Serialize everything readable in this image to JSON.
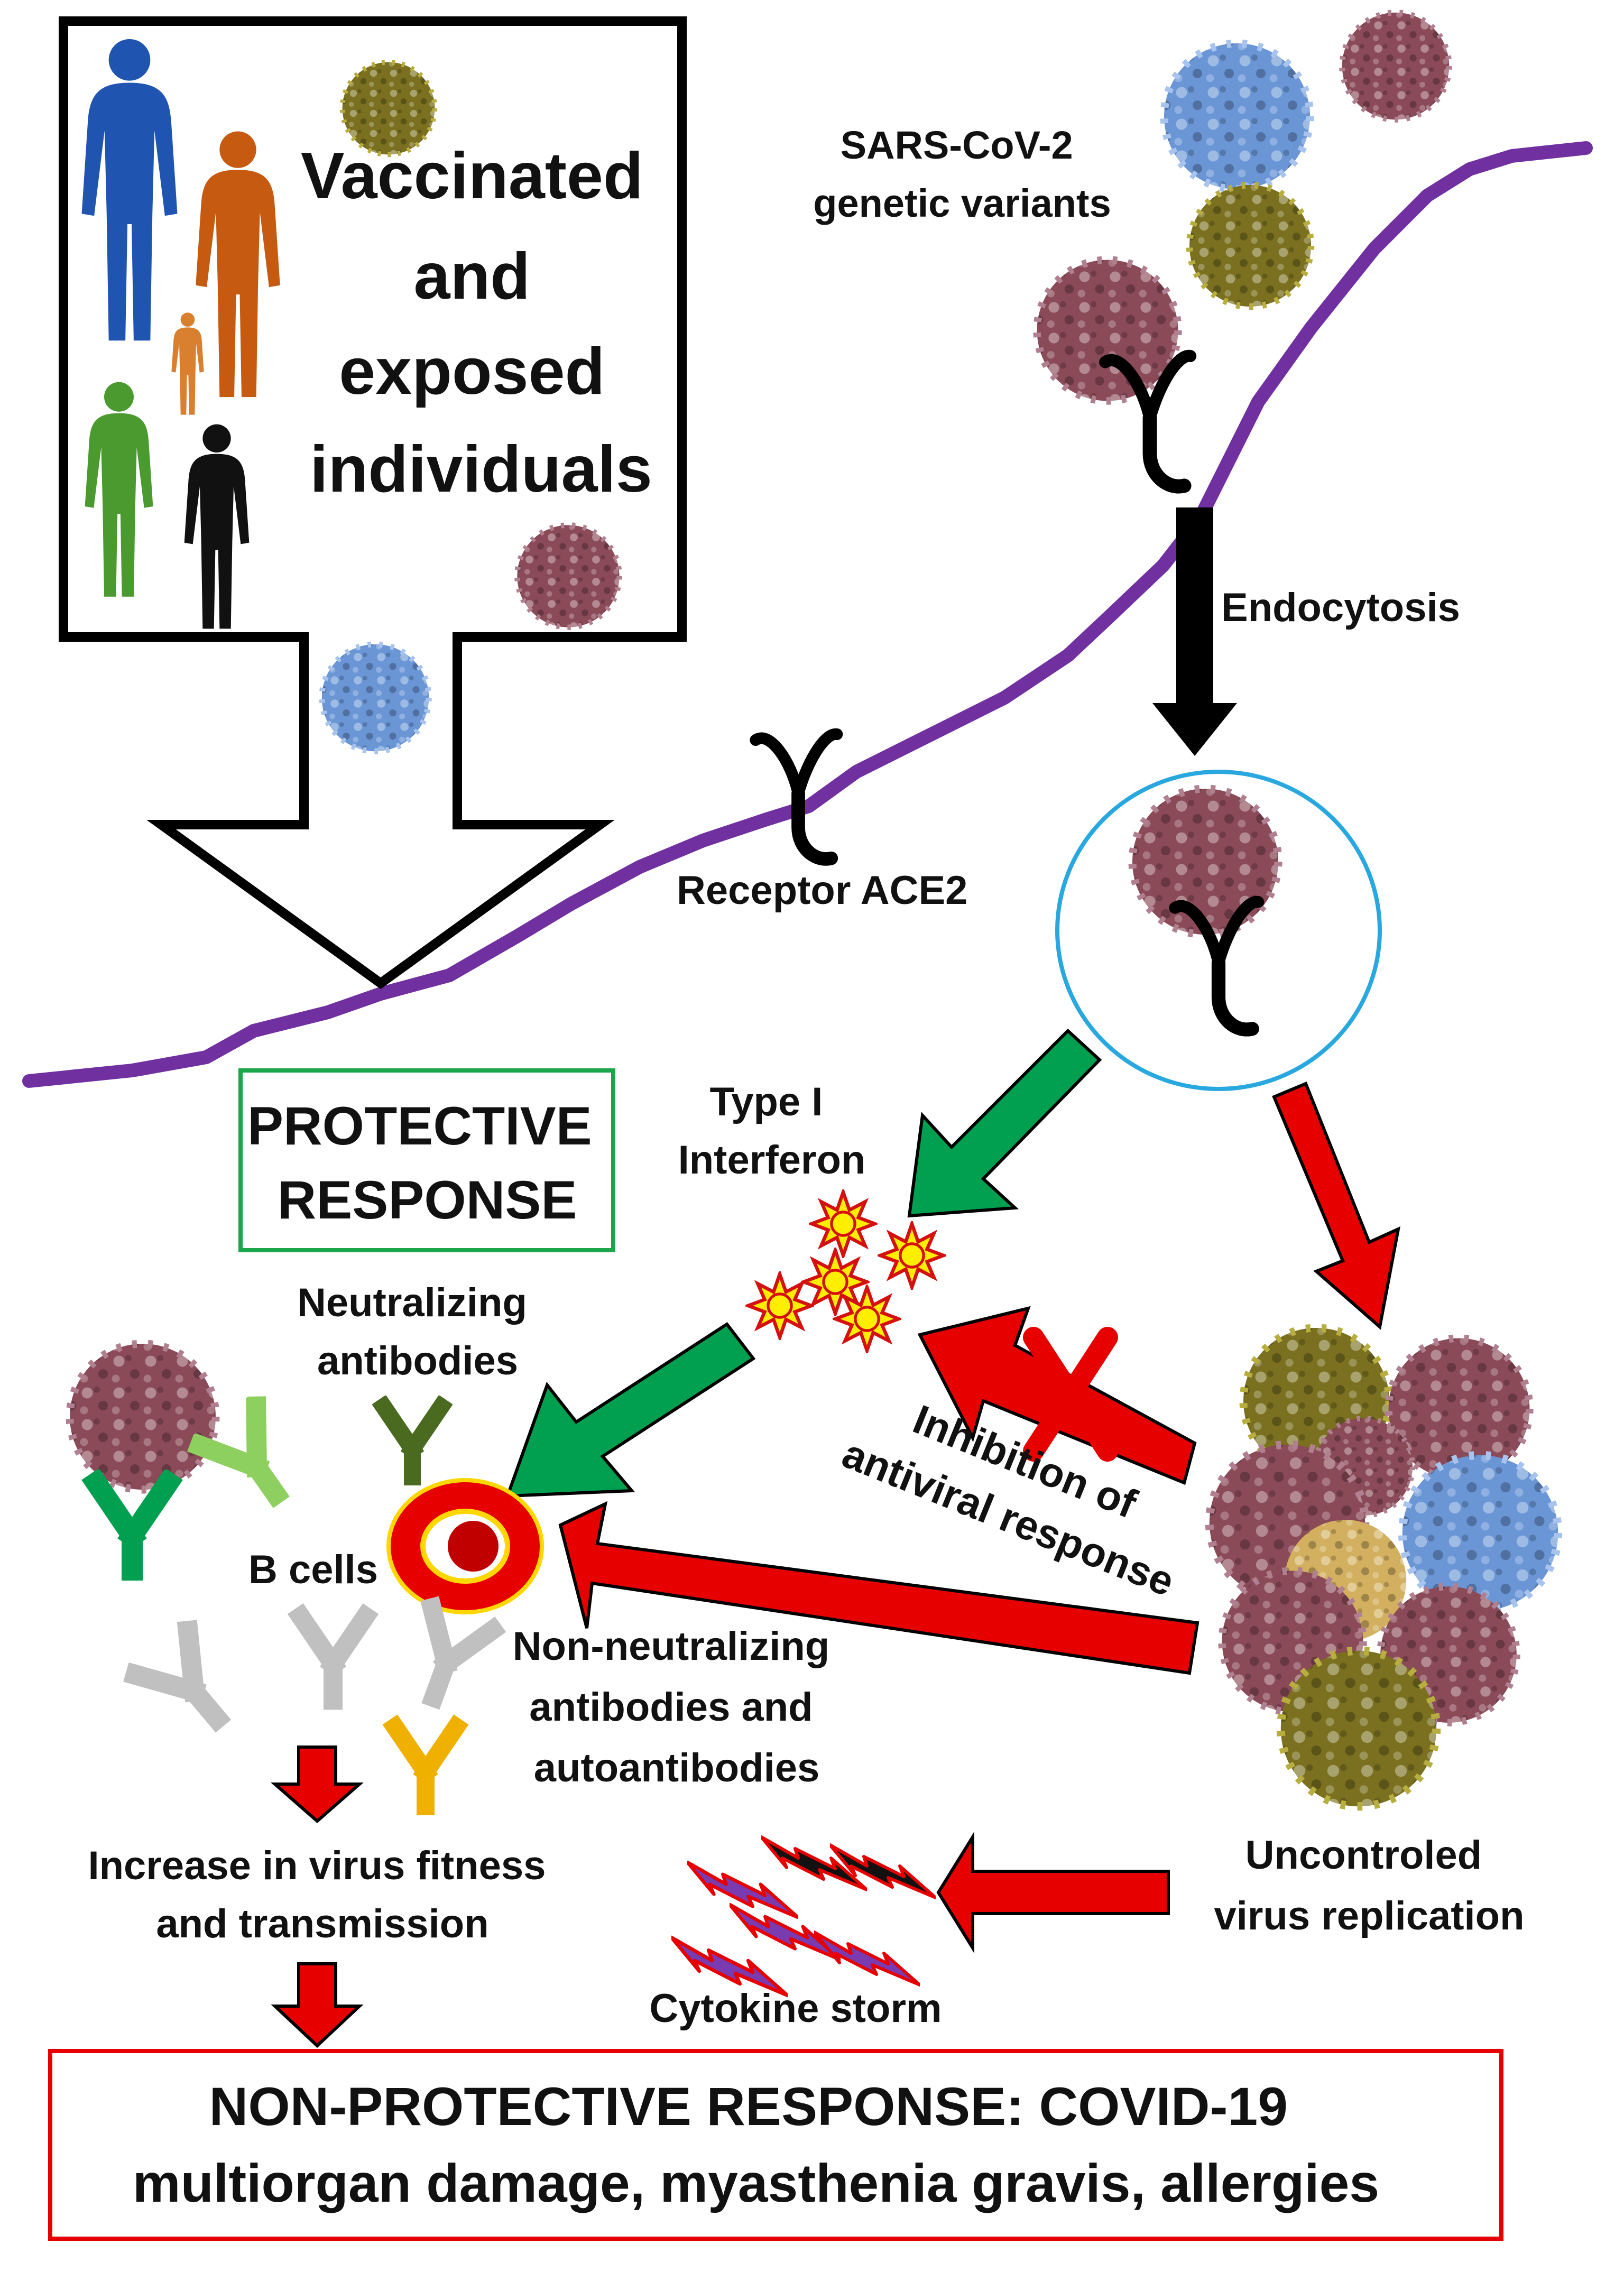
{
  "vaccinated_box": {
    "line1": "Vaccinated",
    "line2": "and",
    "line3": "exposed",
    "line4": "individuals"
  },
  "virus_variants": {
    "line1": "SARS-CoV-2",
    "line2": "genetic variants"
  },
  "endocytosis": "Endocytosis",
  "receptor": "Receptor ACE2",
  "interferon": {
    "line1": "Type I",
    "line2": "Interferon"
  },
  "protective": {
    "line1": "PROTECTIVE",
    "line2": "RESPONSE"
  },
  "neutralizing": {
    "line1": "Neutralizing",
    "line2": "antibodies"
  },
  "b_cells": "B cells",
  "non_neutralizing": {
    "line1": "Non-neutralizing",
    "line2": "antibodies and",
    "line3": "autoantibodies"
  },
  "inhibition": {
    "line1": "Inhibition of",
    "line2": "antiviral response"
  },
  "fitness": {
    "line1": "Increase in virus fitness",
    "line2": "and transmission"
  },
  "uncontrolled": {
    "line1": "Uncontroled",
    "line2": "virus replication"
  },
  "cytokine": "Cytokine storm",
  "non_protective": {
    "line1": "NON-PROTECTIVE RESPONSE: COVID-19",
    "line2": "multiorgan damage, myasthenia gravis, allergies"
  },
  "colors": {
    "membrane": "#7030a0",
    "green_arrow": "#00a050",
    "red_arrow": "#e60000",
    "protective_border": "#1aa64a",
    "nonprotective_border": "#e60000",
    "vesicle": "#29a8e0",
    "virus_red": "#8a4a58",
    "virus_blue": "#6a96d6",
    "virus_olive": "#7a7020"
  }
}
